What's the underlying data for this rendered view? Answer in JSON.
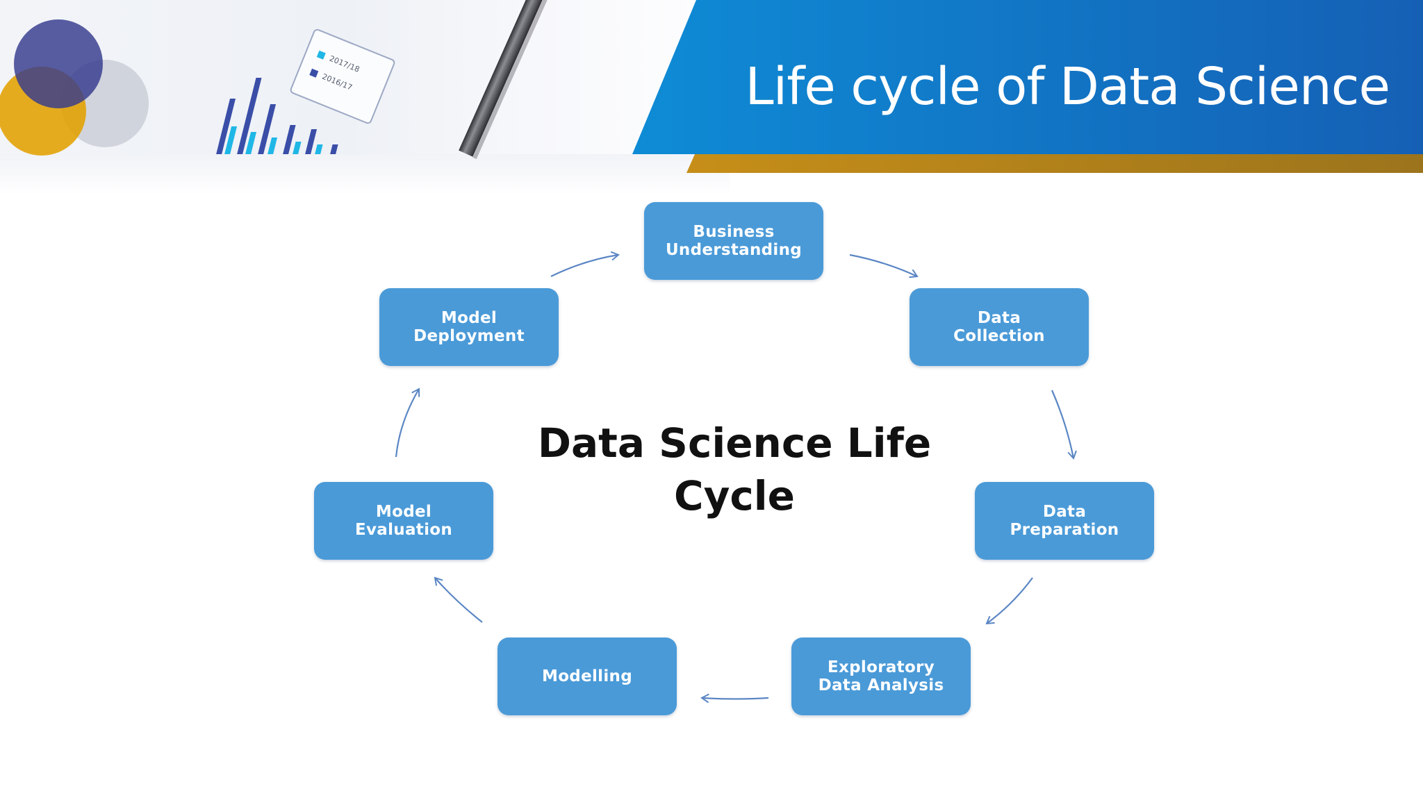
{
  "slide": {
    "title": "Life cycle of Data Science"
  },
  "decor": {
    "legend_items": [
      "2017/18",
      "2016/17"
    ]
  },
  "diagram": {
    "center_title": "Data Science Life\nCycle",
    "stages": [
      {
        "id": "business-understanding",
        "label": "Business\nUnderstanding"
      },
      {
        "id": "data-collection",
        "label": "Data\nCollection"
      },
      {
        "id": "data-preparation",
        "label": "Data\nPreparation"
      },
      {
        "id": "exploratory-data-analysis",
        "label": "Exploratory\nData Analysis"
      },
      {
        "id": "modelling",
        "label": "Modelling"
      },
      {
        "id": "model-evaluation",
        "label": "Model\nEvaluation"
      },
      {
        "id": "model-deployment",
        "label": "Model\nDeployment"
      }
    ],
    "flow": [
      [
        "model-deployment",
        "business-understanding"
      ],
      [
        "business-understanding",
        "data-collection"
      ],
      [
        "data-collection",
        "data-preparation"
      ],
      [
        "data-preparation",
        "exploratory-data-analysis"
      ],
      [
        "exploratory-data-analysis",
        "modelling"
      ],
      [
        "modelling",
        "model-evaluation"
      ],
      [
        "model-evaluation",
        "model-deployment"
      ]
    ]
  },
  "colors": {
    "banner_start": "#0aaaf0",
    "banner_end": "#1560b5",
    "gold_stripe": "#d69d18",
    "stage_fill": "#4a9ad8",
    "arrow": "#5b86c4",
    "title_text": "#ffffff",
    "center_text": "#111111"
  }
}
